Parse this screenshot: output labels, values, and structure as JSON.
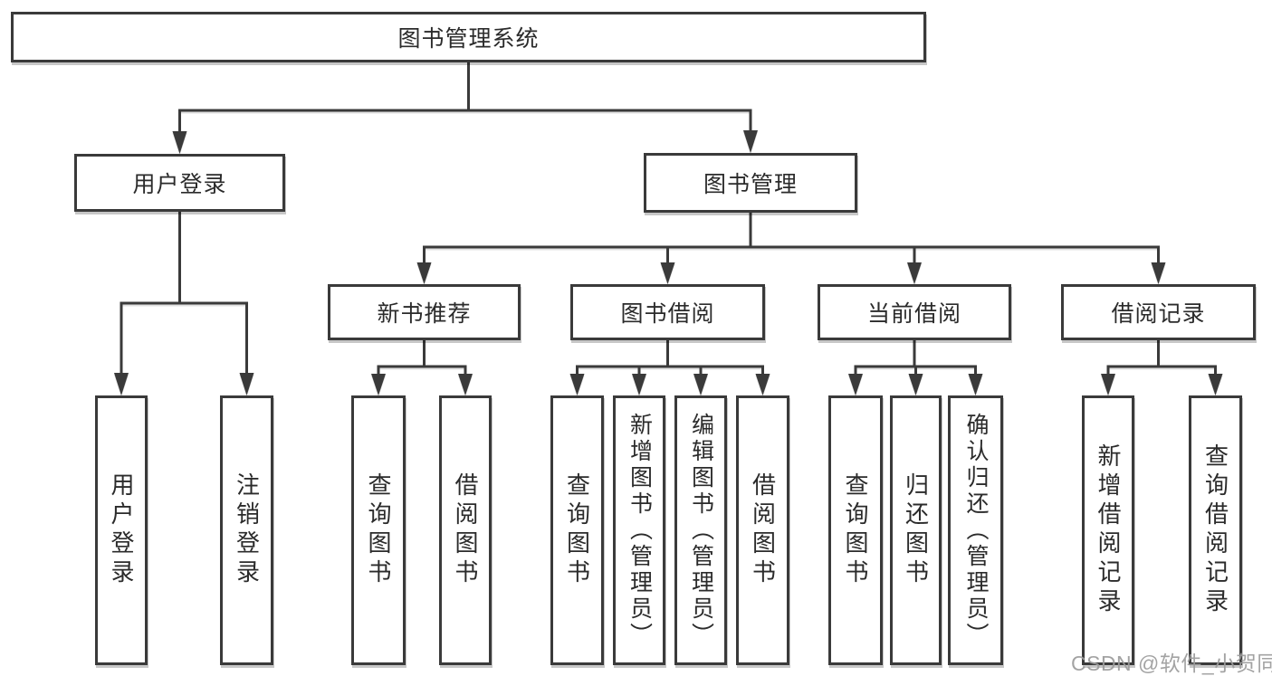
{
  "root": {
    "label": "图书管理系统"
  },
  "level2": {
    "user_login": {
      "label": "用户登录"
    },
    "book_management": {
      "label": "图书管理"
    }
  },
  "level3": {
    "new_book_recommend": {
      "label": "新书推荐"
    },
    "book_borrow": {
      "label": "图书借阅"
    },
    "current_borrow": {
      "label": "当前借阅"
    },
    "borrow_records": {
      "label": "借阅记录"
    }
  },
  "leaves": {
    "user_login": [
      "用户登录",
      "注销登录"
    ],
    "new_book_recommend": [
      "查询图书",
      "借阅图书"
    ],
    "book_borrow": [
      "查询图书",
      "新增图书（管理员）",
      "编辑图书（管理员）",
      "借阅图书"
    ],
    "current_borrow": [
      "查询图书",
      "归还图书",
      "确认归还（管理员）"
    ],
    "borrow_records": [
      "新增借阅记录",
      "查询借阅记录"
    ]
  },
  "watermark": {
    "text": "CSDN @软件_小贺同学"
  },
  "colors": {
    "line": "#3a3a3a",
    "text": "#2b2b2b",
    "watermark": "#9c9c9c",
    "box_bg": "#ffffff",
    "page_bg": "#ffffff"
  }
}
